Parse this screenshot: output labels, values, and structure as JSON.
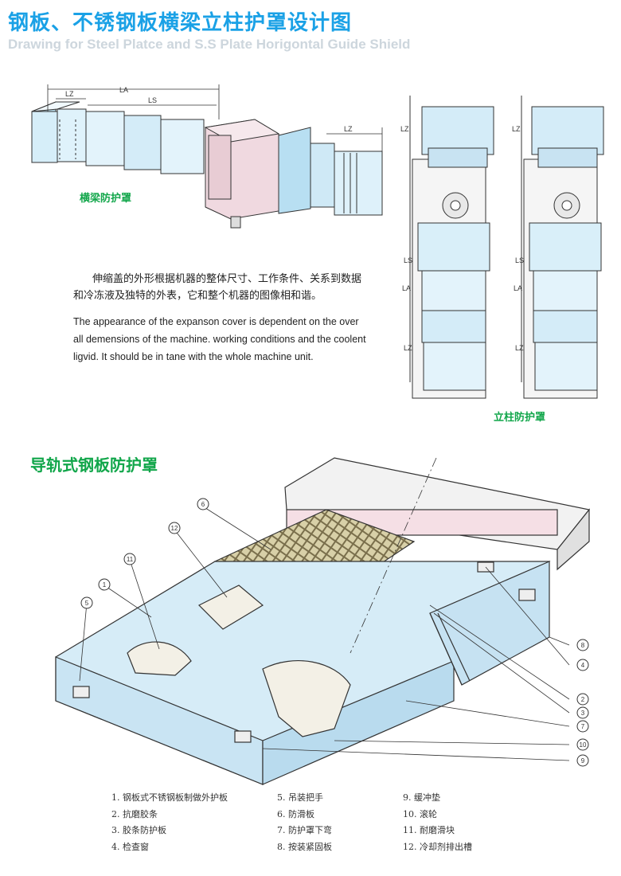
{
  "header": {
    "title_cn": "钢板、不锈钢板横梁立柱护罩设计图",
    "title_en": "Drawing for Steel Platce and S.S Plate Horigontal Guide Shield"
  },
  "beam_diagram": {
    "caption": "横梁防护罩",
    "dim_labels": {
      "lz": "LZ",
      "la": "LA",
      "ls": "LS",
      "lz_right": "LZ"
    }
  },
  "column_diagram": {
    "caption": "立柱防护罩",
    "left": {
      "lz_top": "LZ",
      "ls": "LS",
      "la": "LA",
      "lz_bottom": "LZ"
    },
    "right": {
      "lz_top": "LZ",
      "ls": "LS",
      "la": "LA",
      "lz_bottom": "LZ"
    }
  },
  "description": {
    "cn": "伸缩盖的外形根据机器的整体尺寸、工作条件、关系到数据和冷冻液及独特的外表，它和整个机器的图像相和谐。",
    "en": "The appearance of the expanson cover is dependent on the over all demensions of the machine. working conditions and the coolent ligvid. It should be in tane with the whole machine unit."
  },
  "guide_section": {
    "title": "导轨式钢板防护罩",
    "callouts": [
      "1",
      "2",
      "3",
      "4",
      "5",
      "6",
      "7",
      "8",
      "9",
      "10",
      "11",
      "12"
    ]
  },
  "legend": {
    "col1": [
      "1. 钢板式不锈钢板制做外护板",
      "2. 抗磨胶条",
      "3. 胶条防护板",
      "4. 检查窗"
    ],
    "col2": [
      "5. 吊装把手",
      "6. 防滑板",
      "7. 防护罩下弯",
      "8. 按装紧固板"
    ],
    "col3": [
      "9. 缓冲垫",
      "10. 滚轮",
      "11. 耐磨滑块",
      "12. 冷却剂排出槽"
    ]
  }
}
